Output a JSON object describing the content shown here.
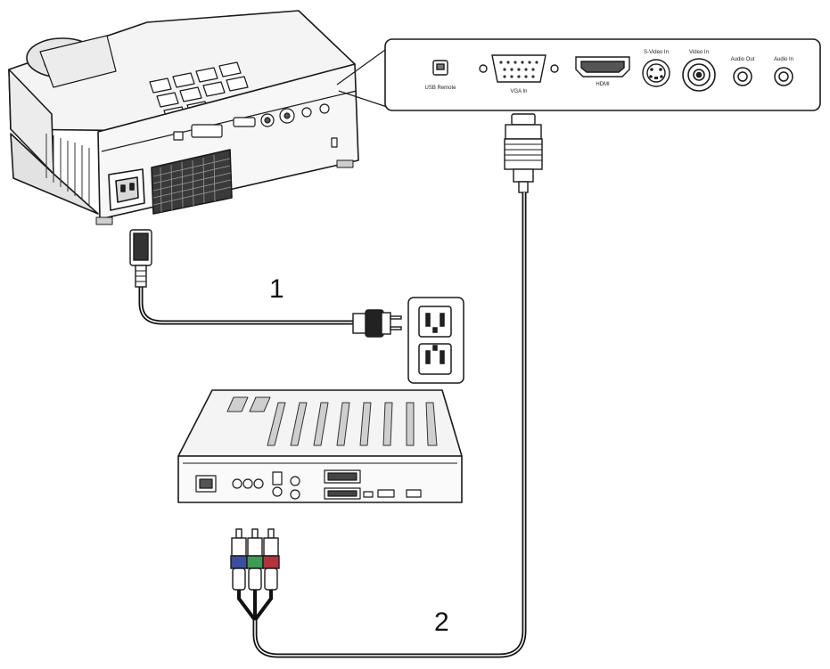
{
  "diagram": {
    "callouts": [
      {
        "id": "power",
        "label": "1"
      },
      {
        "id": "component",
        "label": "2"
      }
    ],
    "panel_ports": [
      {
        "id": "usb",
        "label": "USB Remote"
      },
      {
        "id": "vga",
        "label": "VGA In"
      },
      {
        "id": "hdmi",
        "label": "HDMI"
      },
      {
        "id": "svideo",
        "label": "S-Video In"
      },
      {
        "id": "video",
        "label": "Video In"
      },
      {
        "id": "audio-out",
        "label": "Audio Out"
      },
      {
        "id": "audio-in",
        "label": "Audio In"
      }
    ],
    "rca_colors": [
      "#3b4f9e",
      "#3f9a55",
      "#b2333b"
    ]
  }
}
